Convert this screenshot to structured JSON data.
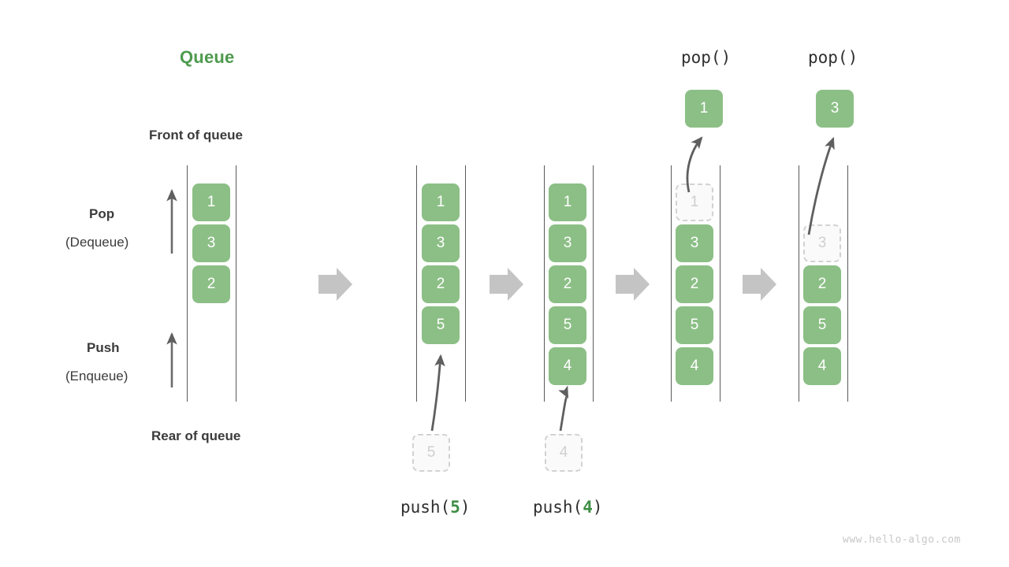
{
  "diagram": {
    "title": "Queue",
    "watermark": "www.hello-algo.com",
    "labels": {
      "front": "Front of queue",
      "rear": "Rear of queue",
      "pop_title": "Pop",
      "pop_sub": "(Dequeue)",
      "push_title": "Push",
      "push_sub": "(Enqueue)"
    },
    "colors": {
      "element_fill": "#8cbf86",
      "element_text": "#ffffff",
      "ghost_fill": "#fafafa",
      "ghost_border": "#d2d2d2",
      "ghost_text": "#cfcfcf",
      "rail": "#5a5a5a",
      "step_arrow": "#c4c4c4",
      "accent_green": "#4e9a4e",
      "arg_green": "#3f8f46",
      "text": "#3b3b3b",
      "watermark": "#c8c8c8"
    },
    "steps": [
      {
        "id": "initial",
        "op_label": "",
        "op_arg": "",
        "caption": "",
        "elements": [
          "1",
          "3",
          "2"
        ],
        "ghost_in_queue": null,
        "incoming": null,
        "popped": null
      },
      {
        "id": "push-5",
        "op_label": "push(",
        "op_arg": "5",
        "op_close": ")",
        "caption": "push(5)",
        "elements": [
          "1",
          "3",
          "2",
          "5"
        ],
        "ghost_in_queue": null,
        "incoming": "5",
        "popped": null
      },
      {
        "id": "push-4",
        "op_label": "push(",
        "op_arg": "4",
        "op_close": ")",
        "caption": "push(4)",
        "elements": [
          "1",
          "3",
          "2",
          "5",
          "4"
        ],
        "ghost_in_queue": null,
        "incoming": "4",
        "popped": null
      },
      {
        "id": "pop-1",
        "op_label": "pop()",
        "op_arg": "",
        "caption": "pop()",
        "elements": [
          "3",
          "2",
          "5",
          "4"
        ],
        "ghost_in_queue": "1",
        "incoming": null,
        "popped": "1"
      },
      {
        "id": "pop-3",
        "op_label": "pop()",
        "op_arg": "",
        "caption": "pop()",
        "elements": [
          "2",
          "5",
          "4"
        ],
        "ghost_in_queue": "3",
        "incoming": null,
        "popped": "3"
      }
    ],
    "step_arrows": [
      "step-arrow-1",
      "step-arrow-2",
      "step-arrow-3",
      "step-arrow-4"
    ]
  }
}
